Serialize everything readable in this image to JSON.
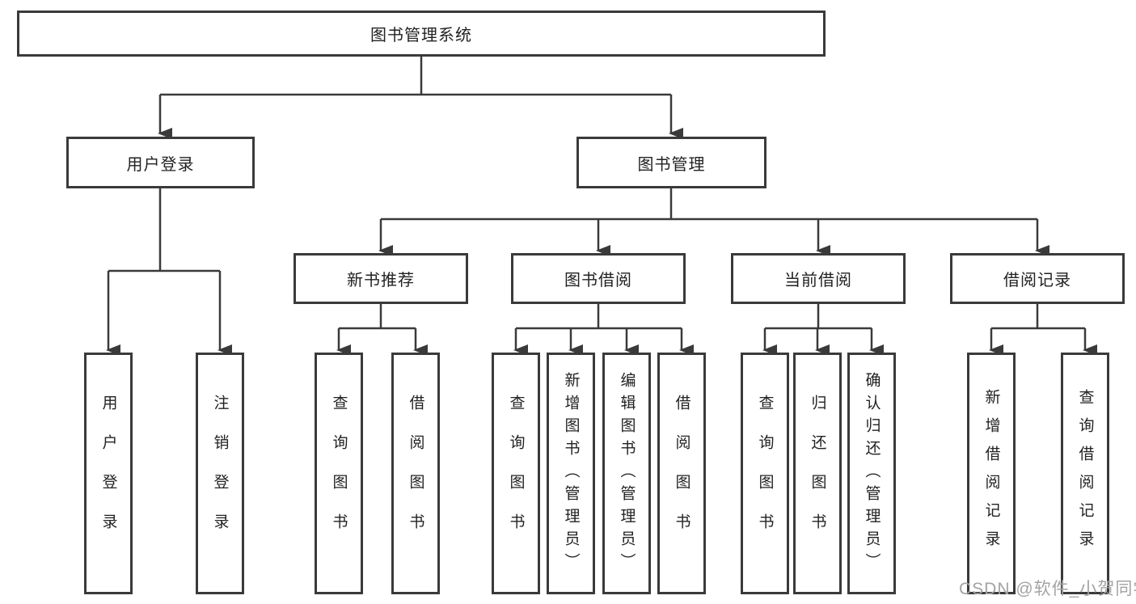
{
  "diagram": {
    "root": {
      "label": "图书管理系统"
    },
    "level2": {
      "user_login": {
        "label": "用户登录"
      },
      "book_mgmt": {
        "label": "图书管理"
      }
    },
    "level3": {
      "new_book_rec": {
        "label": "新书推荐"
      },
      "book_borrow": {
        "label": "图书借阅"
      },
      "current_borrow": {
        "label": "当前借阅"
      },
      "borrow_records": {
        "label": "借阅记录"
      }
    },
    "leaves": {
      "user_login": {
        "label": "用户登录"
      },
      "logout": {
        "label": "注销登录"
      },
      "rec_query_book": {
        "label": "查询图书"
      },
      "rec_borrow_book": {
        "label": "借阅图书"
      },
      "bb_query_book": {
        "label": "查询图书"
      },
      "bb_add_book": {
        "label": "新增图书（管理员）"
      },
      "bb_edit_book": {
        "label": "编辑图书（管理员）"
      },
      "bb_borrow_book": {
        "label": "借阅图书"
      },
      "cb_query_book": {
        "label": "查询图书"
      },
      "cb_return_book": {
        "label": "归还图书"
      },
      "cb_confirm_return": {
        "label": "确认归还（管理员）"
      },
      "br_add_record": {
        "label": "新增借阅记录"
      },
      "br_query_record": {
        "label": "查询借阅记录"
      }
    },
    "edges": [
      [
        "root",
        "user_login"
      ],
      [
        "root",
        "book_mgmt"
      ],
      [
        "user_login",
        "leaf_user_login"
      ],
      [
        "user_login",
        "leaf_logout"
      ],
      [
        "book_mgmt",
        "new_book_rec"
      ],
      [
        "book_mgmt",
        "book_borrow"
      ],
      [
        "book_mgmt",
        "current_borrow"
      ],
      [
        "book_mgmt",
        "borrow_records"
      ],
      [
        "new_book_rec",
        "rec_query_book"
      ],
      [
        "new_book_rec",
        "rec_borrow_book"
      ],
      [
        "book_borrow",
        "bb_query_book"
      ],
      [
        "book_borrow",
        "bb_add_book"
      ],
      [
        "book_borrow",
        "bb_edit_book"
      ],
      [
        "book_borrow",
        "bb_borrow_book"
      ],
      [
        "current_borrow",
        "cb_query_book"
      ],
      [
        "current_borrow",
        "cb_return_book"
      ],
      [
        "current_borrow",
        "cb_confirm_return"
      ],
      [
        "borrow_records",
        "br_add_record"
      ],
      [
        "borrow_records",
        "br_query_record"
      ]
    ]
  },
  "watermark": {
    "text": "CSDN @软件_小贺同学"
  },
  "colors": {
    "line": "#3a3a3a",
    "text": "#222222",
    "watermark": "#a3a3a3",
    "background": "#ffffff"
  }
}
